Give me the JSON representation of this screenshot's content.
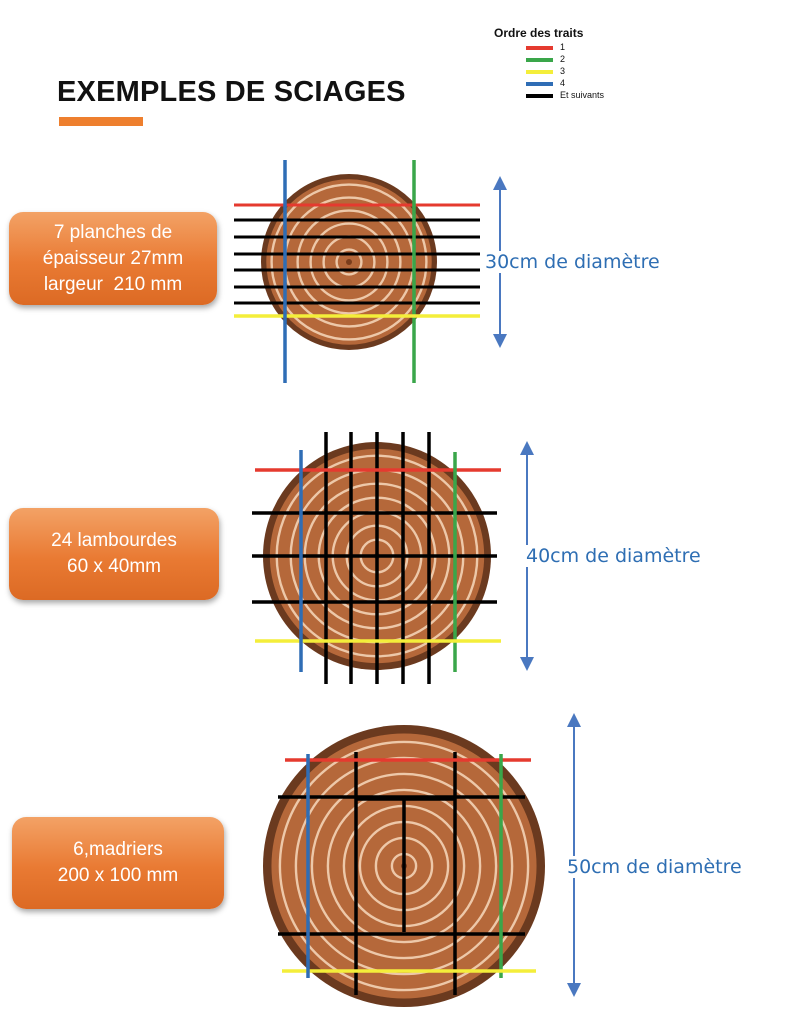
{
  "title": "EXEMPLES DE SCIAGES",
  "colors": {
    "accent": "#ee7f2e",
    "diameter_text": "#2e6eb3",
    "cut_1": "#e53a2f",
    "cut_2": "#3aa64a",
    "cut_3": "#f4ee3a",
    "cut_4": "#2f6db5",
    "cut_next": "#000000"
  },
  "legend": {
    "title": "Ordre des traits",
    "items": [
      {
        "label": "1",
        "color": "#e53a2f"
      },
      {
        "label": "2",
        "color": "#3aa64a"
      },
      {
        "label": "3",
        "color": "#f4ee3a"
      },
      {
        "label": "4",
        "color": "#2f6db5"
      },
      {
        "label": "Et suivants",
        "color": "#000000"
      }
    ]
  },
  "examples": [
    {
      "label_lines": [
        "7 planches de",
        "épaisseur 27mm",
        "largeur  210 mm"
      ],
      "diameter_label": "30cm de diamètre"
    },
    {
      "label_lines": [
        "24 lambourdes",
        "60 x 40mm"
      ],
      "diameter_label": "40cm de diamètre"
    },
    {
      "label_lines": [
        "6,madriers",
        "200 x 100 mm"
      ],
      "diameter_label": "50cm de diamètre"
    }
  ]
}
